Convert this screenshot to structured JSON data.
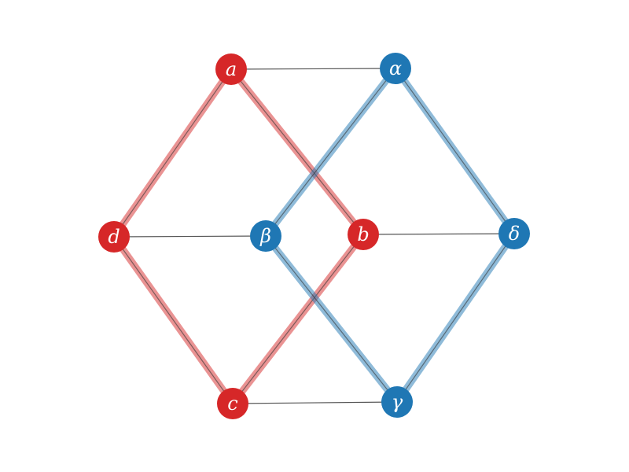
{
  "colors": {
    "group_1": "#d62728",
    "group_2": "#1f77b4",
    "thin_edge": "#555555"
  },
  "nodes": [
    {
      "id": "a",
      "label": "a",
      "group": "group_1"
    },
    {
      "id": "b",
      "label": "b",
      "group": "group_1"
    },
    {
      "id": "c",
      "label": "c",
      "group": "group_1"
    },
    {
      "id": "d",
      "label": "d",
      "group": "group_1"
    },
    {
      "id": "alpha",
      "label": "α",
      "group": "group_2"
    },
    {
      "id": "beta",
      "label": "β",
      "group": "group_2"
    },
    {
      "id": "gamma",
      "label": "γ",
      "group": "group_2"
    },
    {
      "id": "delta",
      "label": "δ",
      "group": "group_2"
    }
  ],
  "thick_edges": [
    {
      "from": "a",
      "to": "b",
      "group": "group_1"
    },
    {
      "from": "b",
      "to": "c",
      "group": "group_1"
    },
    {
      "from": "c",
      "to": "d",
      "group": "group_1"
    },
    {
      "from": "d",
      "to": "a",
      "group": "group_1"
    },
    {
      "from": "alpha",
      "to": "beta",
      "group": "group_2"
    },
    {
      "from": "beta",
      "to": "gamma",
      "group": "group_2"
    },
    {
      "from": "gamma",
      "to": "delta",
      "group": "group_2"
    },
    {
      "from": "delta",
      "to": "alpha",
      "group": "group_2"
    }
  ],
  "thin_edges": [
    {
      "from": "a",
      "to": "alpha"
    },
    {
      "from": "d",
      "to": "beta"
    },
    {
      "from": "b",
      "to": "delta"
    },
    {
      "from": "c",
      "to": "gamma"
    }
  ]
}
